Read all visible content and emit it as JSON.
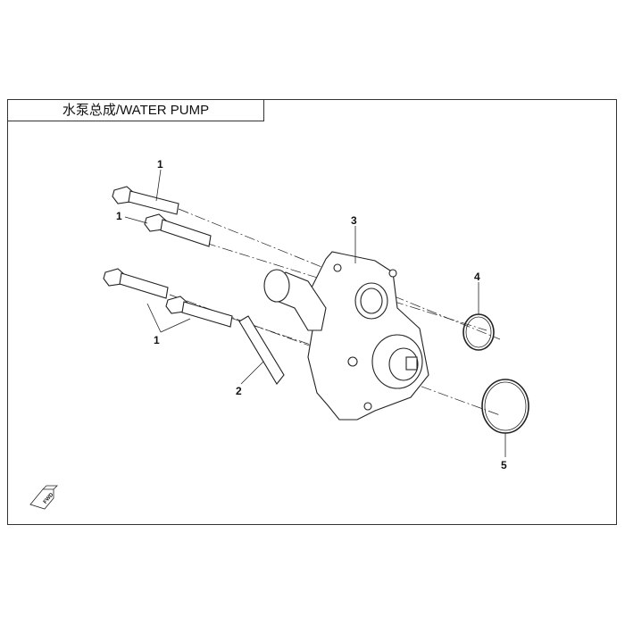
{
  "title": "水泵总成/WATER PUMP",
  "callouts": [
    "1",
    "1",
    "1",
    "2",
    "3",
    "4",
    "5"
  ],
  "fwd_label": "FWD"
}
